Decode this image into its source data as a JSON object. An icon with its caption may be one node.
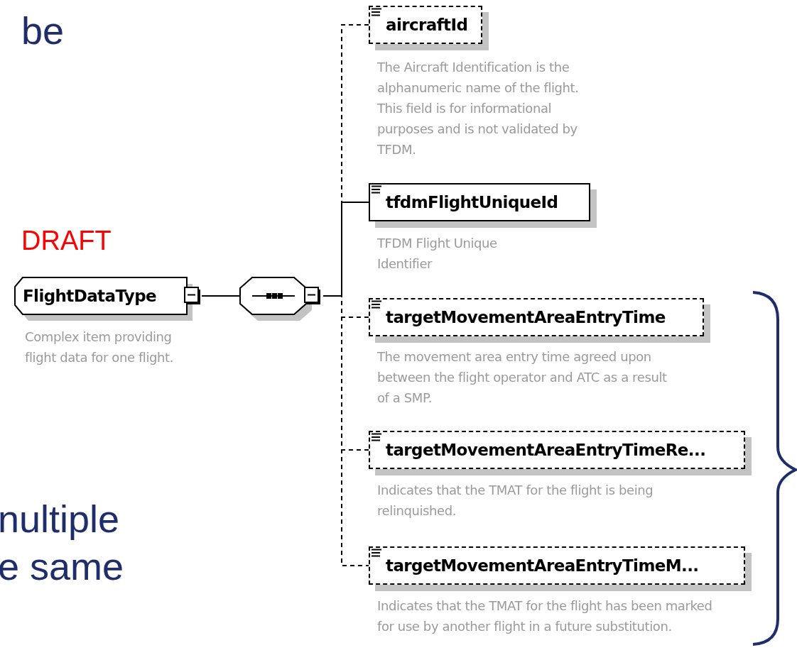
{
  "diagram": {
    "nodes": [
      {
        "text": [
          "FlightDataType"
        ],
        "beside": [
          "Complex item providing flight data for one flight."
        ]
      },
      {
        "text": [],
        "shape": "octagon"
      },
      {
        "text": [
          "aircraftId"
        ],
        "beside": [
          "The Aircraft Identification is the alphanumeric name of the flight. This field is for informational purposes and is not validated by TFDM."
        ]
      },
      {
        "text": [
          "tfdmFlightUniqueId"
        ],
        "beside": [
          "TFDM Flight Unique Identifier"
        ]
      },
      {
        "text": [
          "targetMovementAreaEntryTime"
        ],
        "beside": [
          "The movement area entry time agreed upon between the flight operator and ATC as a result of a SMP."
        ]
      },
      {
        "text": [
          "targetMovementAreaEntryTimeRe..."
        ],
        "beside": [
          "Indicates that the TMAT for the flight is being relinquished."
        ]
      },
      {
        "text": [
          "targetMovementAreaEntryTimeM..."
        ],
        "beside": [
          "Indicates that the TMAT for the flight has been marked for use by another flight in a future substitution."
        ]
      }
    ],
    "edges": [
      {
        "from": 0,
        "to": 1,
        "arrow": "none"
      },
      {
        "from": 1,
        "to": 2,
        "arrow": "none",
        "style": "dashed"
      },
      {
        "from": 1,
        "to": 3,
        "arrow": "none"
      },
      {
        "from": 1,
        "to": 4,
        "arrow": "none",
        "style": "dashed"
      },
      {
        "from": 1,
        "to": 5,
        "arrow": "none",
        "style": "dashed"
      },
      {
        "from": 1,
        "to": 6,
        "arrow": "none",
        "style": "dashed"
      }
    ],
    "labels": [
      "be",
      "DRAFT",
      "nultiple",
      "e same"
    ]
  }
}
